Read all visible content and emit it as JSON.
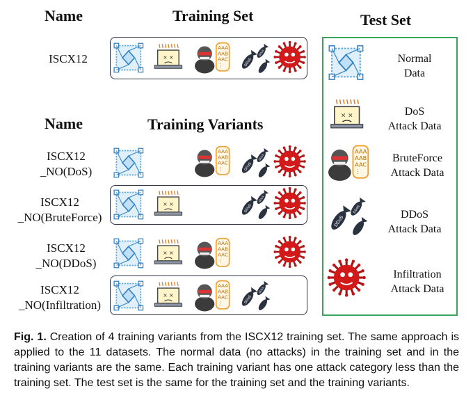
{
  "headers": {
    "name1": "Name",
    "training_set": "Training Set",
    "test_set": "Test Set",
    "name2": "Name",
    "training_variants": "Training Variants"
  },
  "rows": [
    {
      "name_line1": "ISCX12",
      "name_line2": ""
    },
    {
      "name_line1": "ISCX12",
      "name_line2": "_NO(DoS)"
    },
    {
      "name_line1": "ISCX12",
      "name_line2": "_NO(BruteForce)"
    },
    {
      "name_line1": "ISCX12",
      "name_line2": "_NO(DDoS)"
    },
    {
      "name_line1": "ISCX12",
      "name_line2": "_NO(Infiltration)"
    }
  ],
  "test_set": [
    {
      "line1": "Normal",
      "line2": "Data",
      "icon": "network-icon"
    },
    {
      "line1": "DoS",
      "line2": "Attack Data",
      "icon": "dos-laptop-icon"
    },
    {
      "line1": "BruteForce",
      "line2": "Attack Data",
      "icon": "bruteforce-hacker-icon"
    },
    {
      "line1": "DDoS",
      "line2": "Attack Data",
      "icon": "ddos-bombs-icon"
    },
    {
      "line1": "Infiltration",
      "line2": "Attack Data",
      "icon": "infiltration-virus-icon"
    }
  ],
  "ddos_text": "DDoS",
  "hacker_bubble": [
    "AAA",
    "AAB",
    "AAC",
    "⋮"
  ],
  "caption": {
    "label": "Fig. 1.",
    "text": "Creation of 4 training variants from the ISCX12 training set. The same approach is applied to the 11 datasets. The normal data (no attacks) in the training set and in the training variants are the same. Each training variant has one attack category less than the training set. The test set is the same for the training set and the training variants."
  },
  "colors": {
    "test_border": "#3aa55a",
    "box_border": "#2a3245",
    "network_blue": "#5fa8d8",
    "virus_red": "#d21a1a",
    "bomb_dark": "#2b3240",
    "bubble_orange": "#f0a030"
  }
}
